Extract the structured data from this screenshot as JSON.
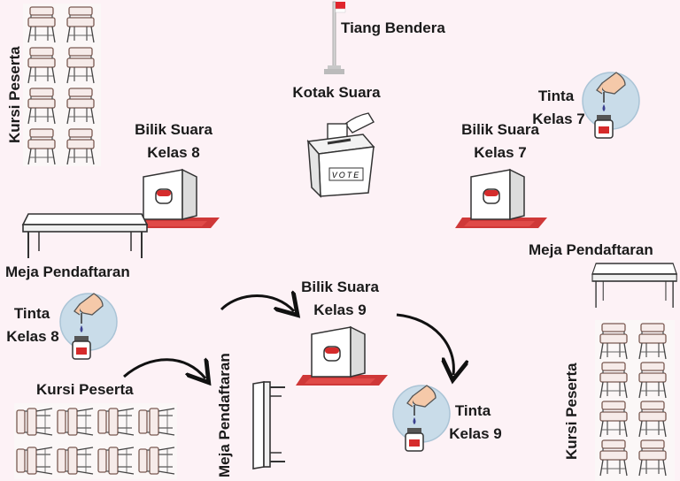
{
  "labels": {
    "flag_pole": "Tiang Bendera",
    "ballot_box": "Kotak Suara",
    "ballot_box_text": "VOTE",
    "booth8_line1": "Bilik Suara",
    "booth8_line2": "Kelas 8",
    "booth7_line1": "Bilik Suara",
    "booth7_line2": "Kelas 7",
    "booth9_line1": "Bilik Suara",
    "booth9_line2": "Kelas 9",
    "ink7_line1": "Tinta",
    "ink7_line2": "Kelas 7",
    "ink8_line1": "Tinta",
    "ink8_line2": "Kelas 8",
    "ink9_line1": "Tinta",
    "ink9_line2": "Kelas 9",
    "reg_desk_left": "Meja Pendaftaran",
    "reg_desk_right": "Meja Pendaftaran",
    "reg_desk_center": "Meja Pendaftaran",
    "chairs_top_left": "Kursi Peserta",
    "chairs_bottom_left": "Kursi Peserta",
    "chairs_right": "Kursi Peserta"
  },
  "colors": {
    "background": "#fdf2f6",
    "booth_base": "#d93a3a",
    "flag_red": "#e0242c",
    "ink_circle": "#c9dce9"
  }
}
